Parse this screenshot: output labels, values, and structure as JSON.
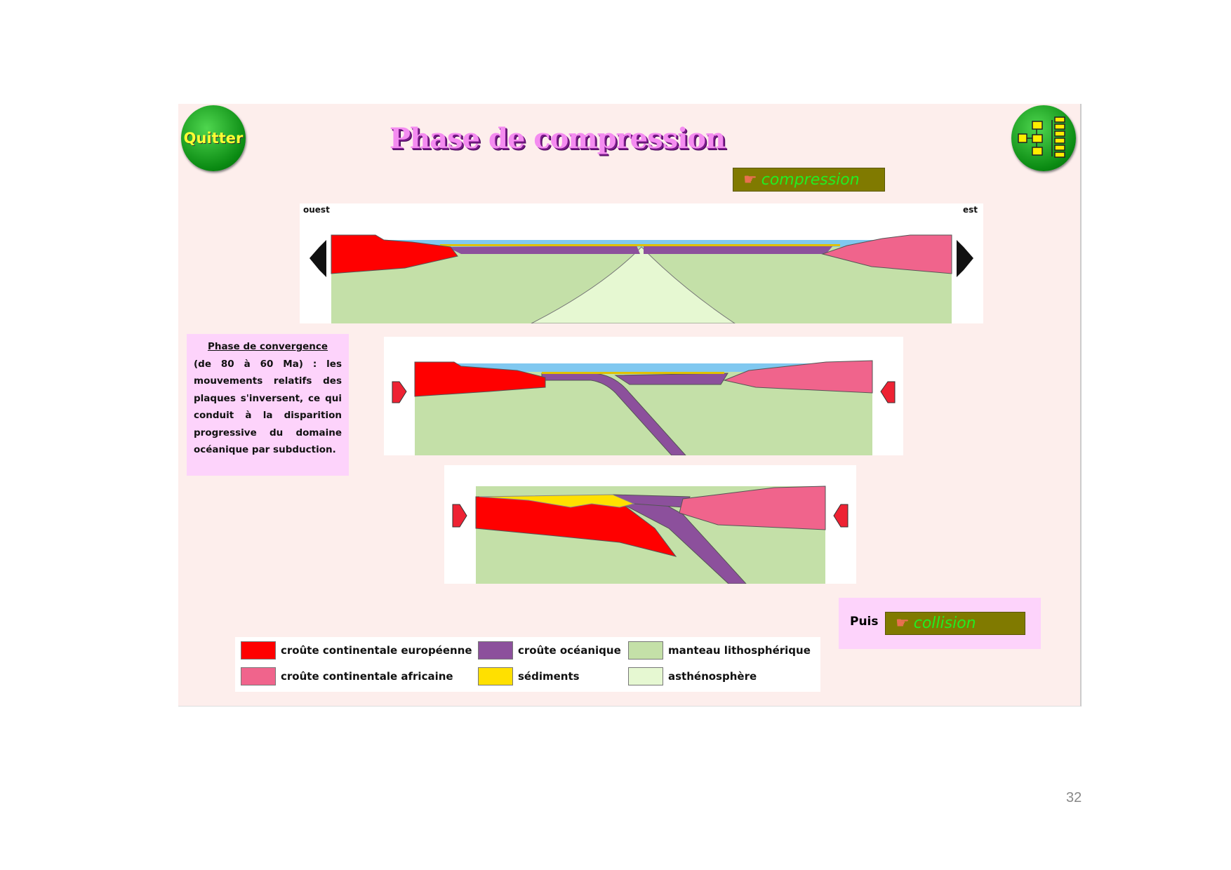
{
  "slide": {
    "quit_label": "Quitter",
    "title": "Phase de compression",
    "compression_button": "compression",
    "diagram_west_label": "ouest",
    "diagram_east_label": "est",
    "text_title": "Phase de convergence",
    "text_body": "(de 80 à 60 Ma) : les mouvements relatifs des plaques s'inversent, ce qui conduit à la disparition progressive du domaine océanique par subduction.",
    "puis_label": "Puis",
    "collision_button": "collision",
    "legend": [
      {
        "label": "croûte continentale européenne",
        "color": "#ff0000"
      },
      {
        "label": "croûte continentale africaine",
        "color": "#f0648c"
      },
      {
        "label": "croûte océanique",
        "color": "#8c509c"
      },
      {
        "label": "sédiments",
        "color": "#ffe000"
      },
      {
        "label": "manteau lithosphérique",
        "color": "#c4e0a8"
      },
      {
        "label": "asthénosphère",
        "color": "#e6f8d2"
      }
    ]
  },
  "page_number": "32"
}
